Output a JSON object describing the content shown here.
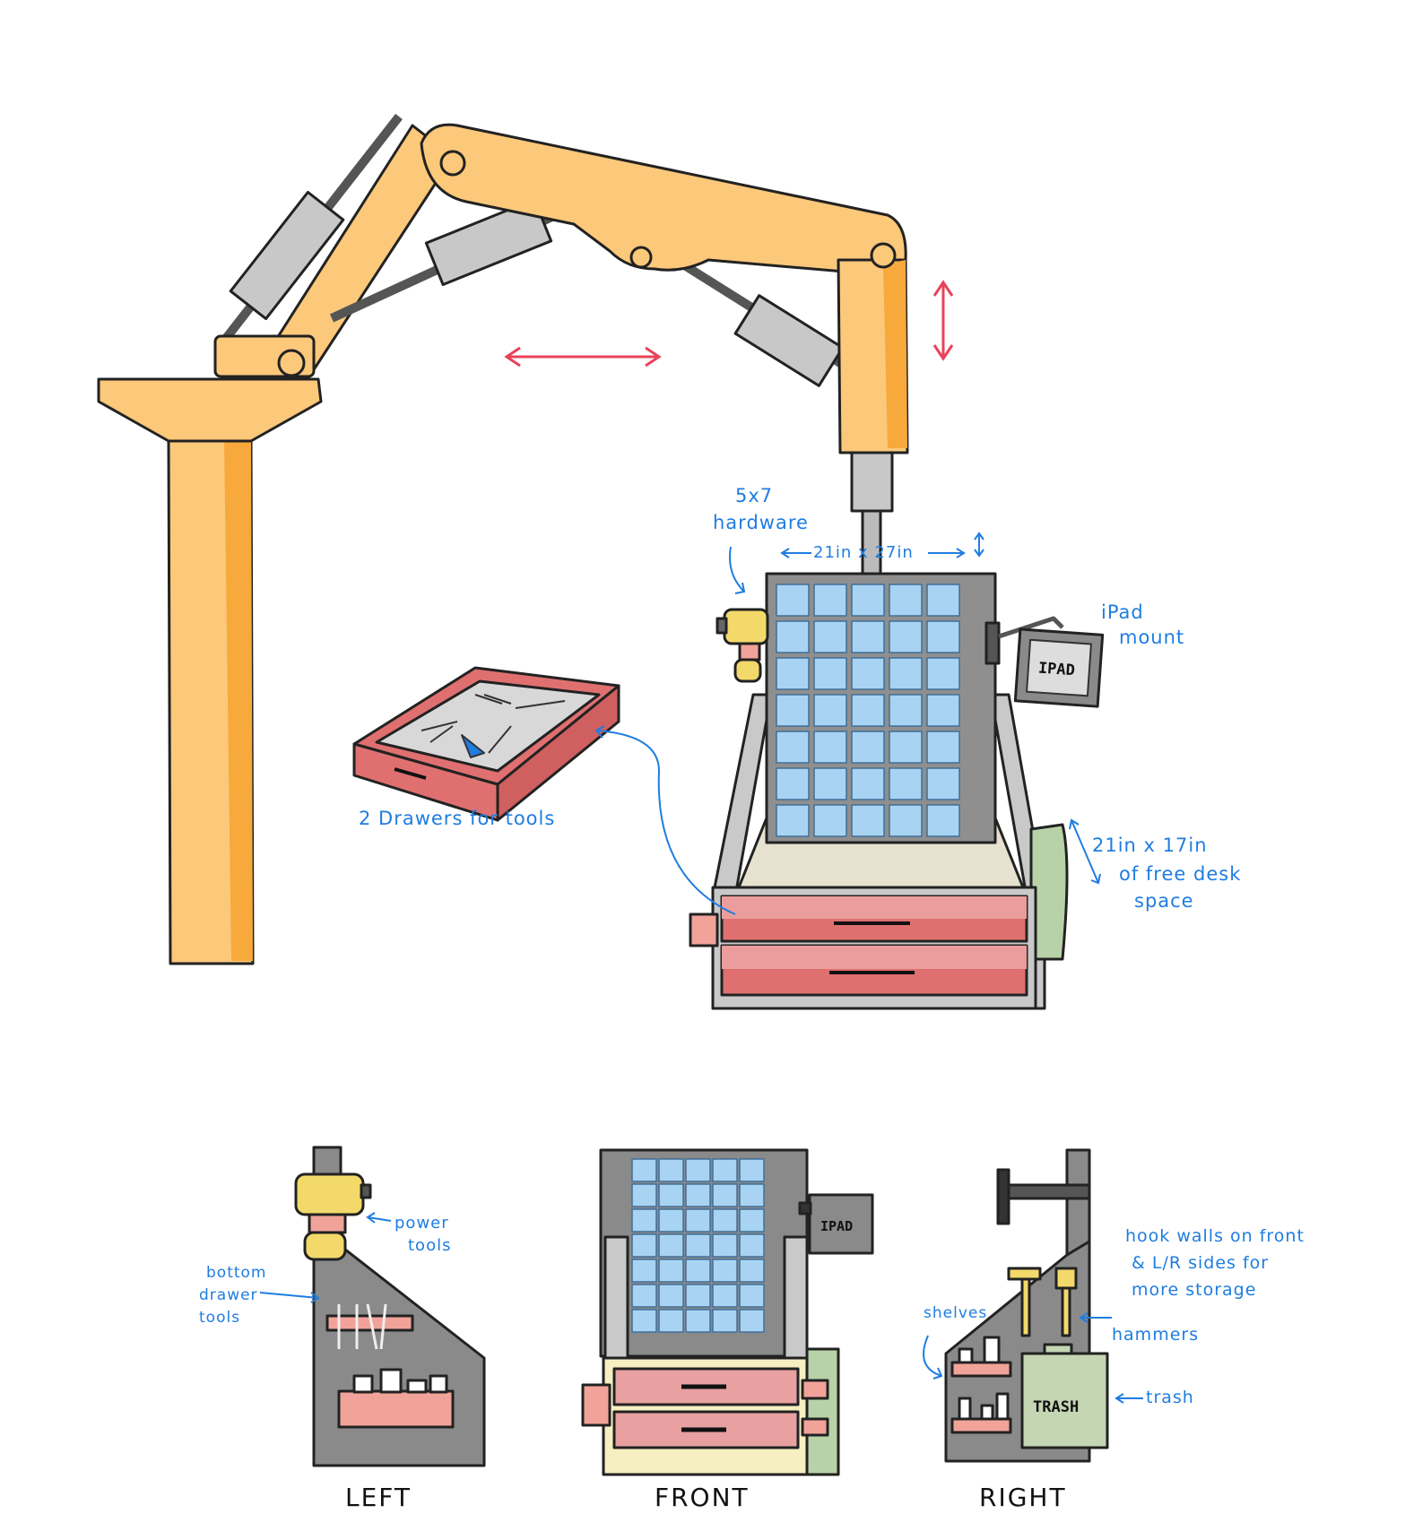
{
  "annotations": {
    "hardware": [
      "5x7",
      "hardware"
    ],
    "dimensions_top": "21in x 27in",
    "ipad_mount": [
      "iPad",
      "mount"
    ],
    "drawers": "2 Drawers for tools",
    "desk_space": [
      "21in x 17in",
      "of free desk",
      "space"
    ],
    "power_tools": [
      "power",
      "tools"
    ],
    "bottom_drawer_tools": [
      "bottom",
      "drawer",
      "tools"
    ],
    "hook_walls": [
      "hook walls on front",
      "& L/R sides for",
      "more storage"
    ],
    "shelves": "shelves",
    "hammers": "hammers",
    "trash": "trash"
  },
  "tags": {
    "ipad_main": "IPAD",
    "ipad_front": "IPAD",
    "trash_bin": "TRASH"
  },
  "views": {
    "left": "LEFT",
    "front": "FRONT",
    "right": "RIGHT"
  },
  "colors": {
    "arm_orange": "#fcc87a",
    "arm_shadow": "#f7a93c",
    "bin_blue": "#a9d3f2",
    "drawer_red": "#e07070",
    "frame_gray": "#8a8a8a",
    "arrow_red": "#e8425a",
    "note_blue": "#1f7de0"
  }
}
